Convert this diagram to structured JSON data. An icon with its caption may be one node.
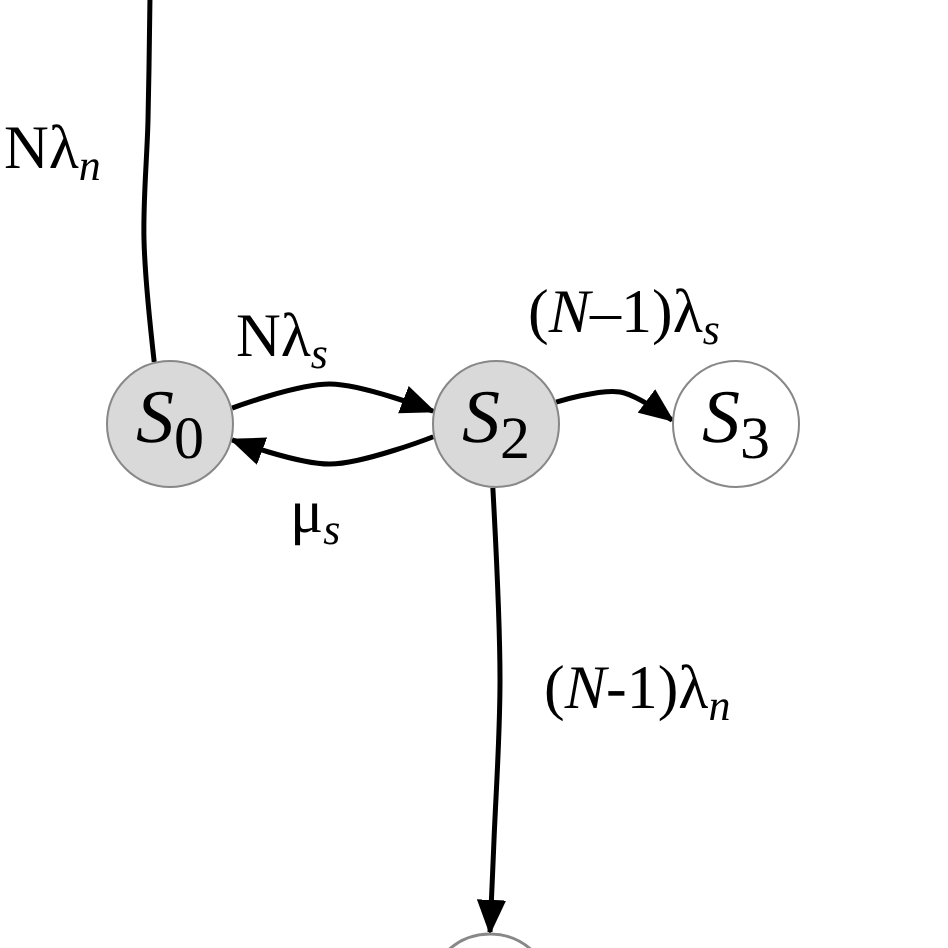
{
  "diagram": {
    "nodes": [
      {
        "text": [
          "*S*$_{0}$"
        ]
      },
      {
        "text": [
          "*S*$_{2}$"
        ]
      },
      {
        "text": [
          "*S*$_{3}$"
        ]
      },
      {
        "text": [],
        "shape": "circle"
      }
    ],
    "edges": [
      {
        "from": 0,
        "to": null,
        "arrow": "none",
        "label": "Nλ$_{n}$"
      },
      {
        "from": 0,
        "to": 1,
        "arrow": "to",
        "label": "Nλ$_{s}$"
      },
      {
        "from": 1,
        "to": 0,
        "arrow": "to",
        "label": "μ$_{s}$"
      },
      {
        "from": 1,
        "to": 2,
        "arrow": "to",
        "label": "(*N*–1)λ$_{s}$"
      },
      {
        "from": 1,
        "to": 3,
        "arrow": "to",
        "label": "(*N*-1)λ$_{n}$"
      }
    ]
  }
}
